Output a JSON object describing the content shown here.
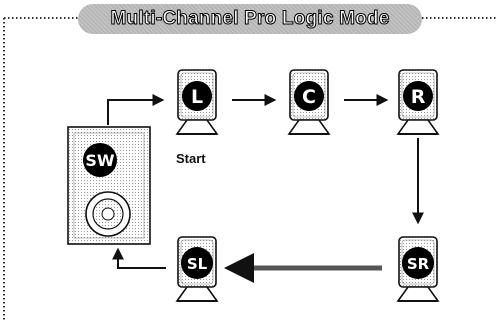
{
  "title": "Multi-Channel Pro Logic Mode",
  "start_label": "Start",
  "speakers": {
    "front_left": "L",
    "center": "C",
    "front_right": "R",
    "surround_right": "SR",
    "surround_left": "SL",
    "subwoofer": "SW"
  },
  "colors": {
    "badge": "#000000",
    "title_pill": "#b5b5b5",
    "dotted_border": "#333333",
    "arrow": "#111111"
  }
}
